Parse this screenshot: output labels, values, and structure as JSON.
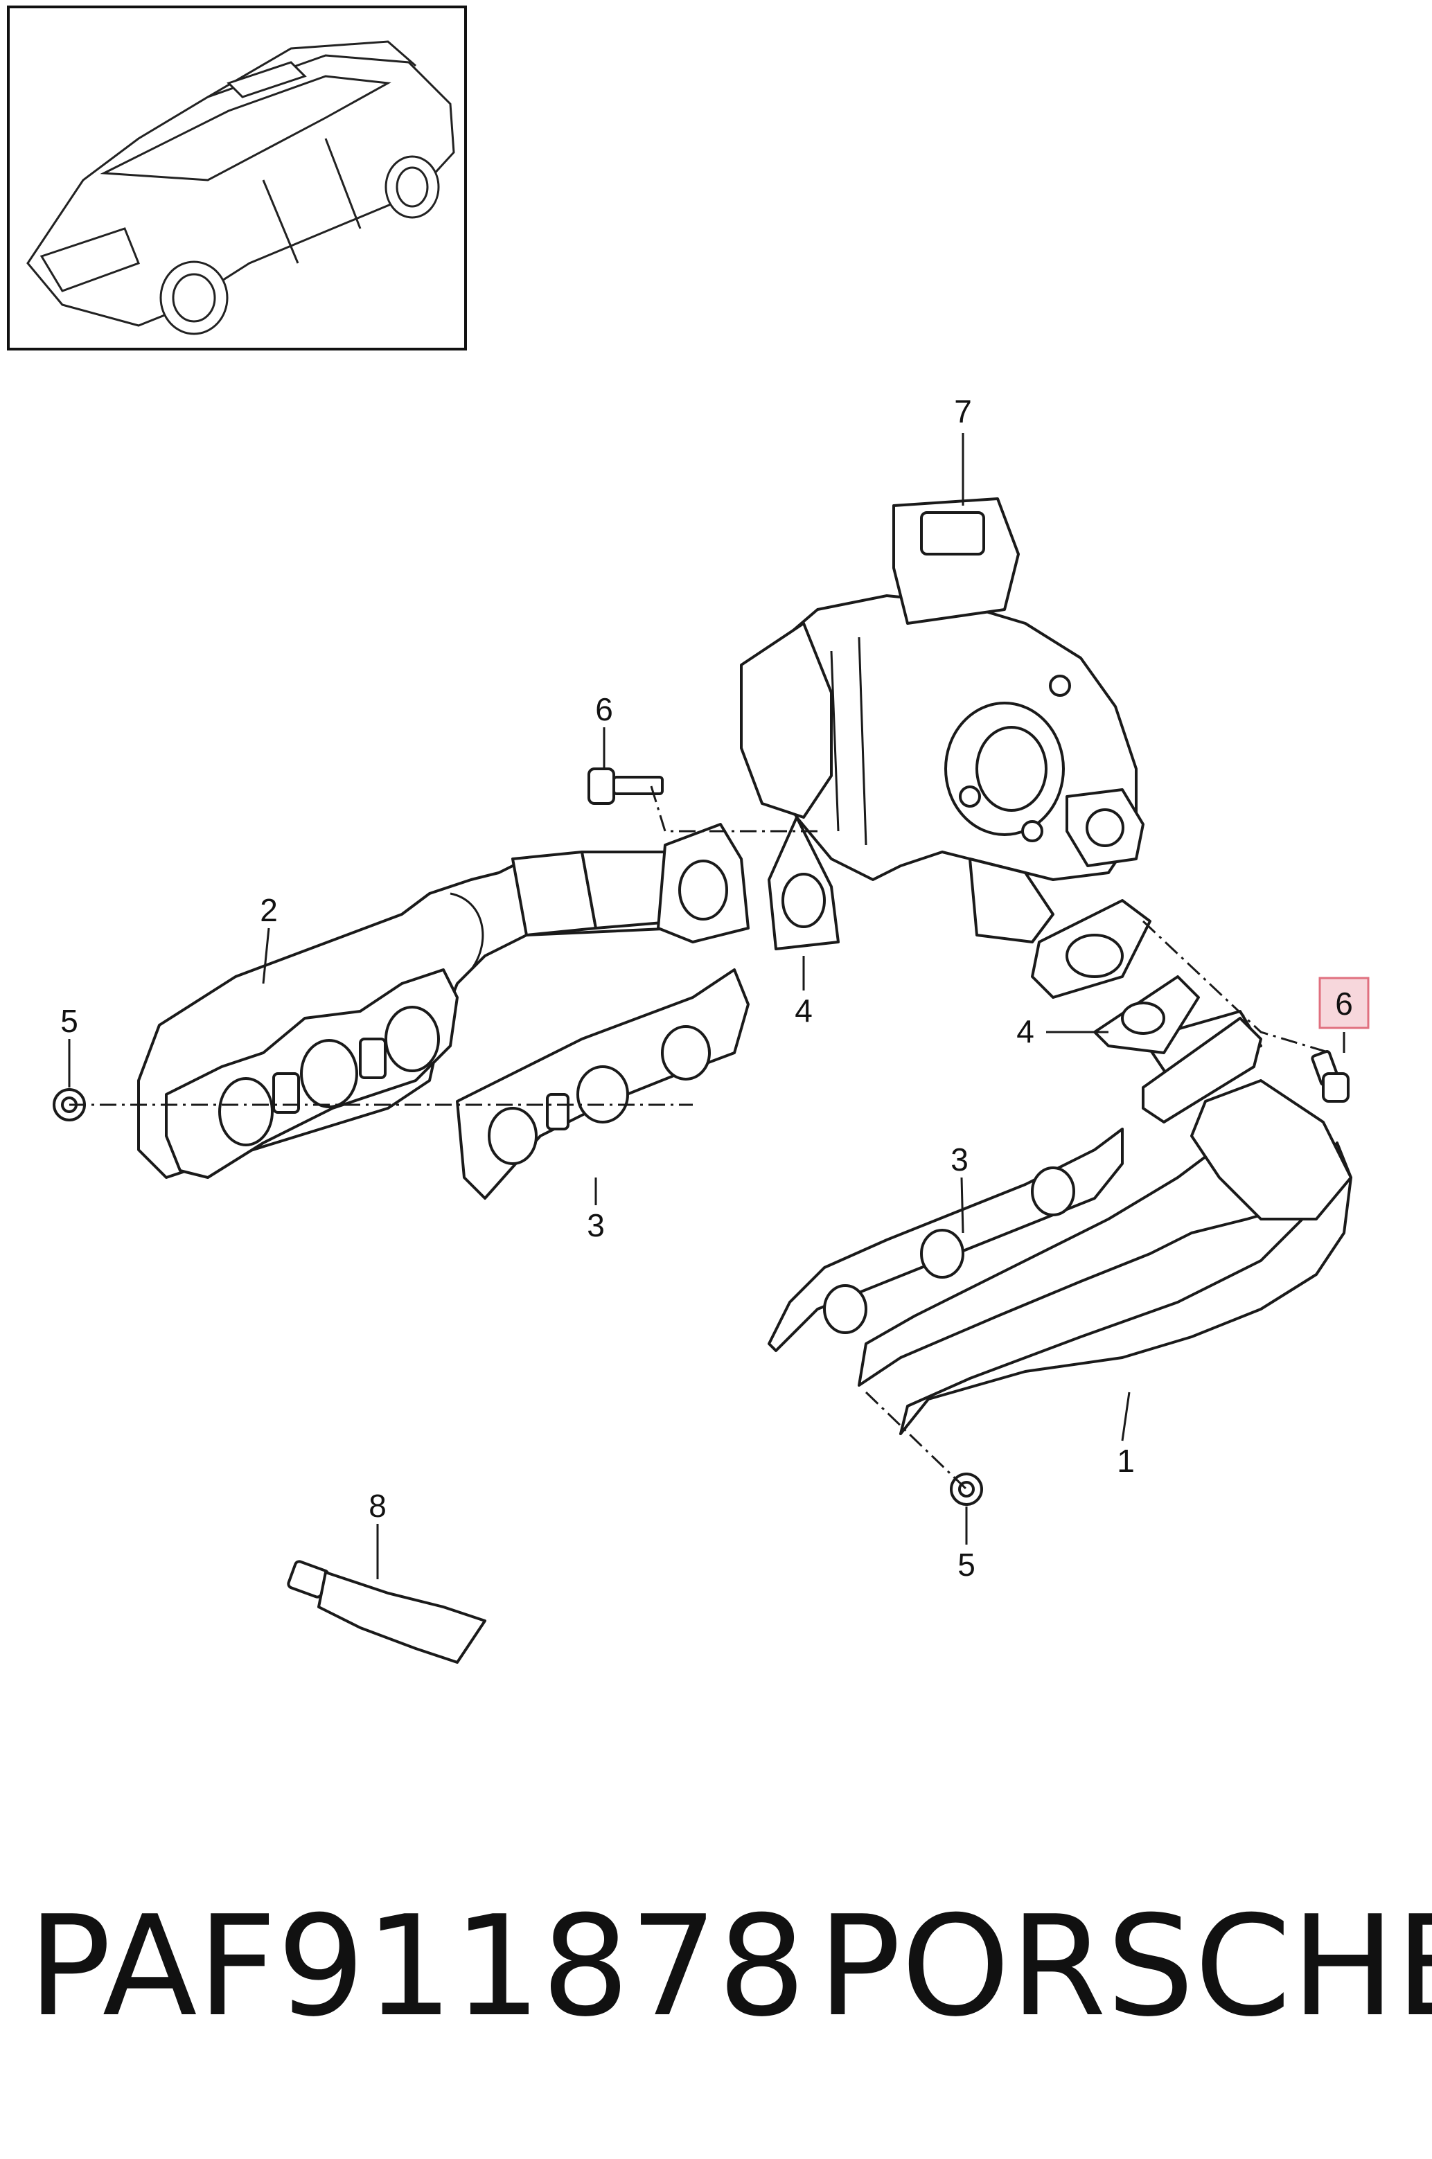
{
  "callouts": {
    "c1": "1",
    "c2": "2",
    "c3a": "3",
    "c3b": "3",
    "c4a": "4",
    "c4b": "4",
    "c5a": "5",
    "c5b": "5",
    "c6a": "6",
    "c6b": "6",
    "c7": "7",
    "c8": "8"
  },
  "footer": {
    "part_number": "PAF911878",
    "brand": "PORSCHE"
  },
  "colors": {
    "line": "#1a1a1a",
    "highlight_fill": "#f7d7dc",
    "highlight_stroke": "#e0707f"
  }
}
